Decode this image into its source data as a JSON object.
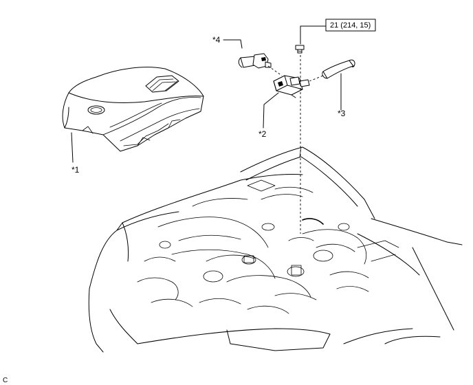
{
  "labels": {
    "part1": "*1",
    "part2": "*2",
    "part3": "*3",
    "part4": "*4"
  },
  "torque_spec": "21 (214, 15)",
  "figure_code": "C"
}
